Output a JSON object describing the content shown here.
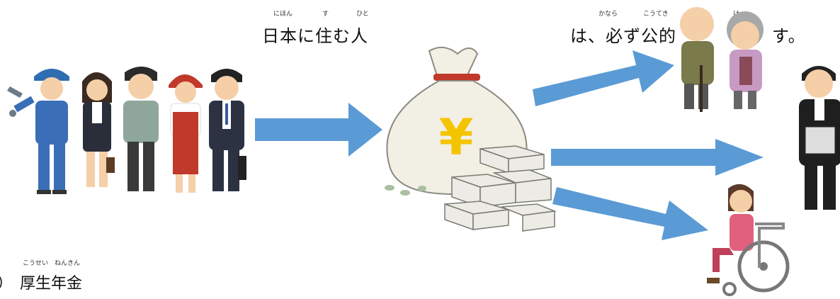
{
  "top_left": {
    "ruby_nihon": "にほん",
    "ruby_su": "す",
    "ruby_hito": "ひと",
    "text": "日本に住む人"
  },
  "top_right": {
    "ruby_kanara": "かなら",
    "ruby_kouteki": "こうてき",
    "ruby_ke": "け",
    "text_start": "は、必ず公的",
    "text_end": "す。"
  },
  "bottom_left": {
    "ruby": "こうせい　ねんきん",
    "marker": "）",
    "text": "厚生年金"
  },
  "money_bag": {
    "symbol": "¥"
  },
  "colors": {
    "arrow": "#5b9bd5",
    "bag": "#f2efe4",
    "yen": "#f5c400",
    "bag_string": "#c0392b"
  },
  "icons": [
    "workers-group",
    "money-bag",
    "banknote-stack",
    "elderly-couple",
    "mourner-with-portrait",
    "wheelchair-user"
  ]
}
